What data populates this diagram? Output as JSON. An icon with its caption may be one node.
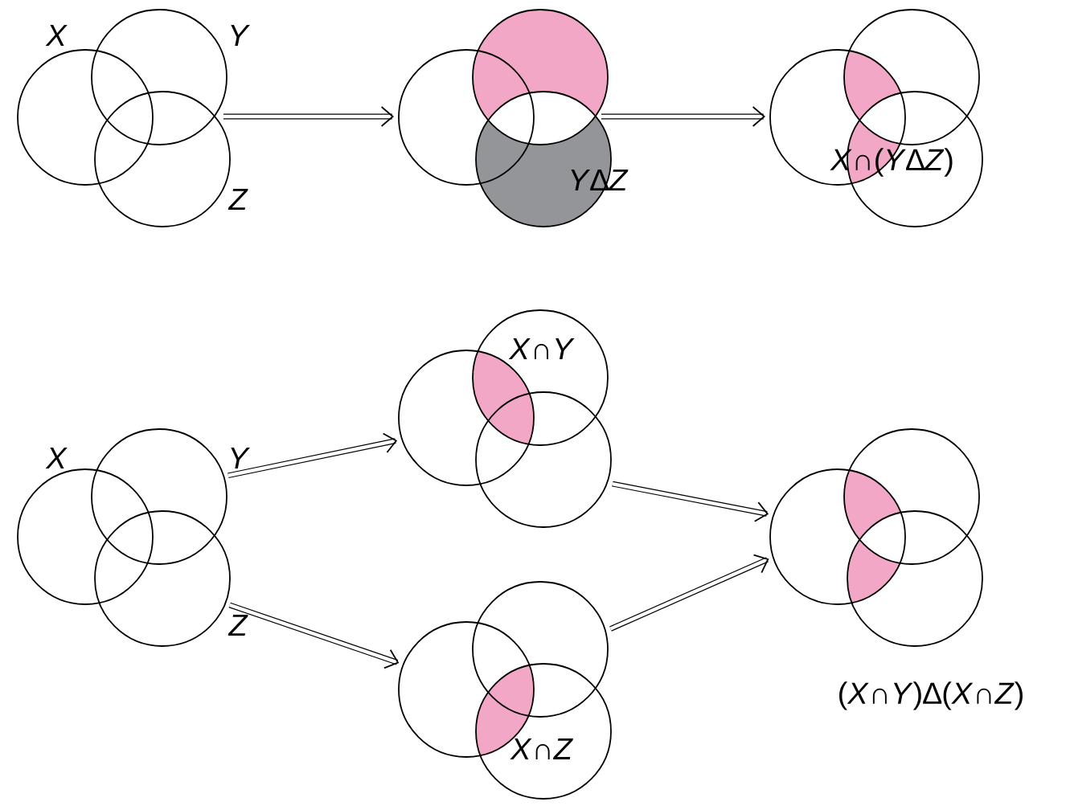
{
  "diagram": {
    "nodes": [
      {
        "text": [
          "X",
          "Y",
          "Z"
        ]
      },
      {
        "text": [
          "*Y*∆*Z*"
        ]
      },
      {
        "text": [
          "*X*∩(*Y*∆*Z*)"
        ]
      },
      {
        "text": [
          "X",
          "Y",
          "Z"
        ]
      },
      {
        "text": [
          "*X*∩*Y*"
        ]
      },
      {
        "text": [
          "*X*∩*Z*"
        ]
      },
      {
        "text": [],
        "shape": "picture",
        "beside": [
          "(*X*∩*Y*)∆(*X*∩*Z*)"
        ]
      }
    ],
    "edges": [
      {
        "from": 0,
        "to": 1,
        "arrow": "to"
      },
      {
        "from": 1,
        "to": 2,
        "arrow": "to"
      },
      {
        "from": 3,
        "to": 4,
        "arrow": "to"
      },
      {
        "from": 3,
        "to": 5,
        "arrow": "to"
      },
      {
        "from": 4,
        "to": 6,
        "arrow": "to"
      },
      {
        "from": 5,
        "to": 6,
        "arrow": "to"
      }
    ]
  }
}
